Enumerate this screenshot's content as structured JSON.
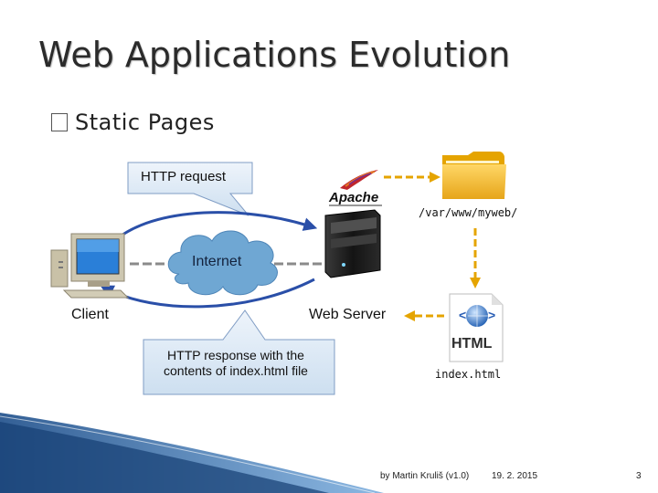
{
  "slide": {
    "title": "Web Applications Evolution",
    "bullet": "Static Pages"
  },
  "diagram": {
    "request_label": "HTTP request",
    "apache_logo": "Apache",
    "folder_path": "/var/www/myweb/",
    "internet_label": "Internet",
    "client_label": "Client",
    "server_label": "Web Server",
    "response_label_line1": "HTTP response with the",
    "response_label_line2": "contents of index.html file",
    "html_icon_text": "HTML",
    "file_name": "index.html"
  },
  "footer": {
    "author": "by Martin Kruliš (v1.0)",
    "date": "19. 2. 2015",
    "page": "3"
  },
  "colors": {
    "arrow_blue": "#2a4fa8",
    "arrow_orange": "#e5a400",
    "cloud": "#6fa7d3",
    "callout_fill": "#dde9f6",
    "callout_stroke": "#7f9cc4"
  }
}
